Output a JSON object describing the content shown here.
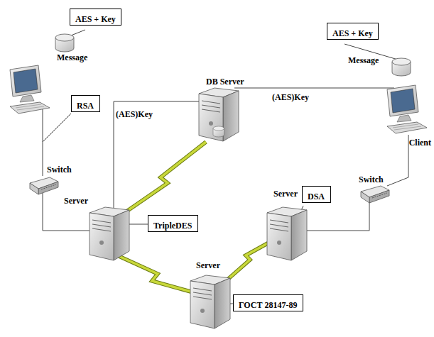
{
  "diagram": {
    "nodes": [
      {
        "text": [
          "AES + Key"
        ]
      },
      {
        "text": [
          "AES + Key"
        ]
      },
      {
        "text": [
          "RSA"
        ]
      },
      {
        "text": [
          "DSA"
        ]
      },
      {
        "text": [
          "TripleDES"
        ]
      },
      {
        "text": [
          "ГОСТ 28147-89"
        ]
      }
    ],
    "labels": [
      "Message",
      "Message",
      "DB Server",
      "(AES)Key",
      "(AES)Key",
      "Client",
      "Switch",
      "Switch",
      "Server",
      "Server",
      "Server"
    ]
  }
}
